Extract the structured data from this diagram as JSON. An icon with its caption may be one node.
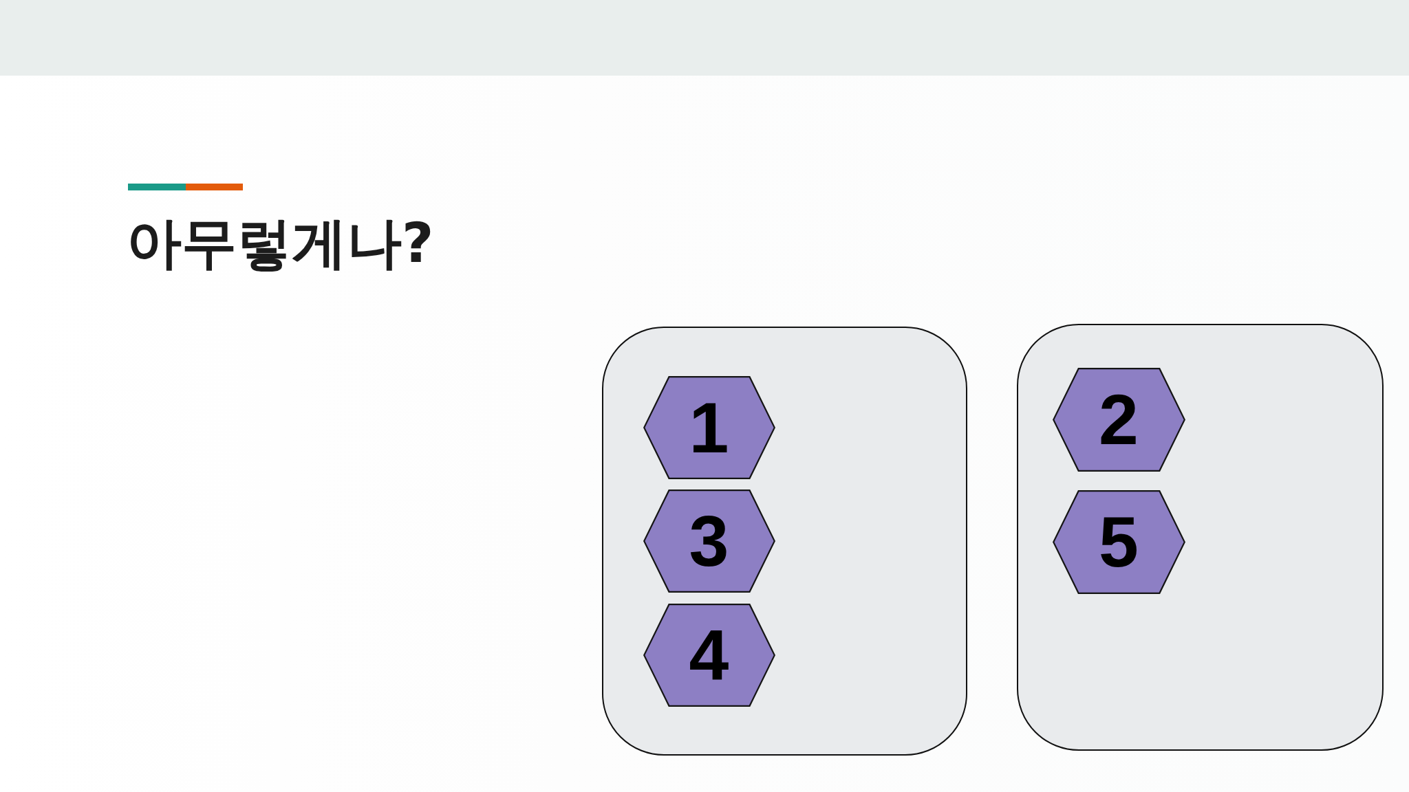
{
  "diagram": {
    "title": "아무렇게나?",
    "nodes": [
      {
        "text": [],
        "shape": "box"
      },
      {
        "text": [
          "1"
        ],
        "in": 0
      },
      {
        "text": [
          "3"
        ],
        "in": 0
      },
      {
        "text": [
          "4"
        ],
        "in": 0
      },
      {
        "text": [],
        "shape": "box"
      },
      {
        "text": [
          "2"
        ],
        "in": 4
      },
      {
        "text": [
          "5"
        ],
        "in": 4
      }
    ]
  }
}
